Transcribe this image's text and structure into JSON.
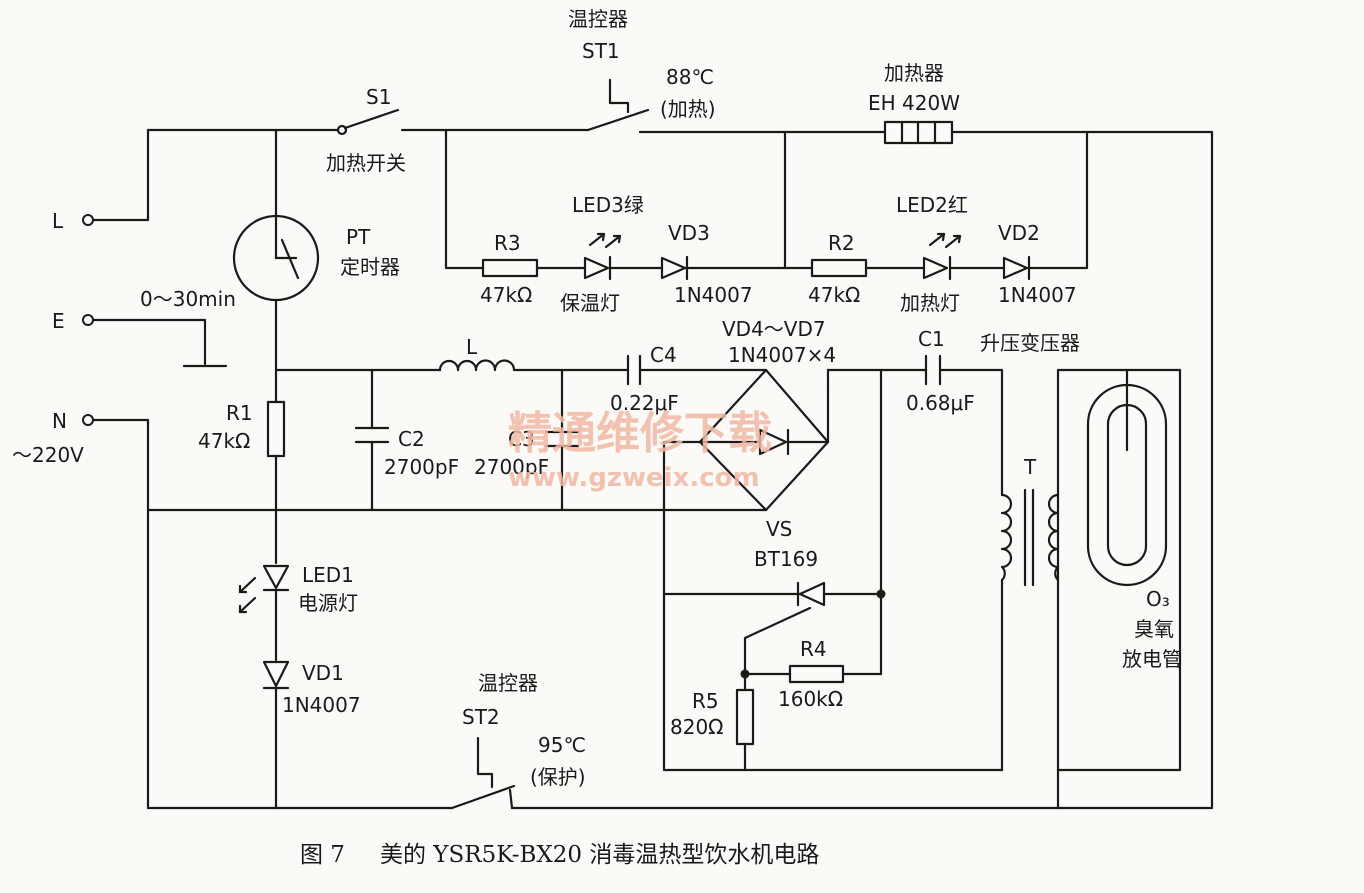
{
  "terminals": {
    "L": "L",
    "E": "E",
    "N": "N",
    "supply": "～220V"
  },
  "switch_s1": {
    "ref": "S1",
    "name": "加热开关"
  },
  "thermostat_st1": {
    "name": "温控器",
    "ref": "ST1",
    "temp": "88℃",
    "mode": "(加热)"
  },
  "heater": {
    "name": "加热器",
    "rating": "EH 420W"
  },
  "timer": {
    "ref": "PT",
    "name": "定时器",
    "range": "0～30min"
  },
  "r3": {
    "ref": "R3",
    "value": "47kΩ"
  },
  "led3": {
    "ref": "LED3绿",
    "name": "保温灯"
  },
  "vd3": {
    "ref": "VD3",
    "part": "1N4007"
  },
  "r2": {
    "ref": "R2",
    "value": "47kΩ"
  },
  "led2": {
    "ref": "LED2红",
    "name": "加热灯"
  },
  "vd2": {
    "ref": "VD2",
    "part": "1N4007"
  },
  "inductor": {
    "ref": "L"
  },
  "c4": {
    "ref": "C4",
    "value": "0.22μF"
  },
  "bridge": {
    "ref": "VD4～VD7",
    "part": "1N4007×4"
  },
  "c1": {
    "ref": "C1",
    "value": "0.68μF"
  },
  "transformer": {
    "name": "升压变压器",
    "ref": "T"
  },
  "r1": {
    "ref": "R1",
    "value": "47kΩ"
  },
  "c2": {
    "ref": "C2",
    "value": "2700pF"
  },
  "c3": {
    "ref": "C3",
    "value": "2700pF"
  },
  "scr": {
    "ref": "VS",
    "part": "BT169"
  },
  "r4": {
    "ref": "R4",
    "value": "160kΩ"
  },
  "r5": {
    "ref": "R5",
    "value": "820Ω"
  },
  "led1": {
    "ref": "LED1",
    "name": "电源灯"
  },
  "vd1": {
    "ref": "VD1",
    "part": "1N4007"
  },
  "thermostat_st2": {
    "name": "温控器",
    "ref": "ST2",
    "temp": "95℃",
    "mode": "(保护)"
  },
  "ozone_tube": {
    "ref": "O₃",
    "name1": "臭氧",
    "name2": "放电管"
  },
  "watermark": {
    "line1": "精通维修下载",
    "line2": "www.gzweix.com"
  },
  "caption": {
    "fig": "图 7",
    "title": "美的 YSR5K-BX20 消毒温热型饮水机电路"
  }
}
